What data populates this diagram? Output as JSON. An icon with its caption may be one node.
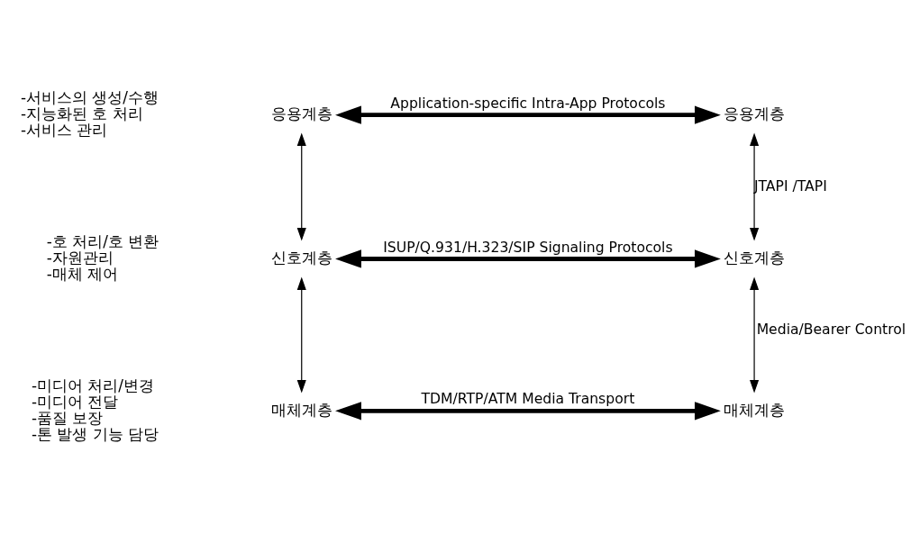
{
  "diagram": {
    "nodes": [
      {
        "text": [
          "응용계층"
        ],
        "beside": [
          "-서비스의 생성/수행",
          "-지능화된 호 처리",
          "-서비스 관리"
        ]
      },
      {
        "text": [
          "신호계층"
        ],
        "beside": [
          "-호 처리/호 변환",
          "-자원관리",
          "-매체 제어"
        ]
      },
      {
        "text": [
          "매체계층"
        ],
        "beside": [
          "-미디어 처리/변경",
          "-미디어 전달",
          "-품질 보장",
          "-톤 발생 기능 담당"
        ]
      },
      {
        "text": [
          "응용계층"
        ]
      },
      {
        "text": [
          "신호계층"
        ]
      },
      {
        "text": [
          "매체계층"
        ]
      }
    ],
    "edges": [
      {
        "from": 0,
        "to": 3,
        "arrow": "both",
        "label": "Application-specific Intra-App Protocols",
        "style": "thick"
      },
      {
        "from": 0,
        "to": 1,
        "arrow": "both"
      },
      {
        "from": 3,
        "to": 4,
        "arrow": "both",
        "label": "JTAPI /TAPI"
      },
      {
        "from": 1,
        "to": 4,
        "arrow": "both",
        "label": "ISUP/Q.931/H.323/SIP Signaling Protocols",
        "style": "thick"
      },
      {
        "from": 1,
        "to": 2,
        "arrow": "both"
      },
      {
        "from": 4,
        "to": 5,
        "arrow": "both",
        "label": "Media/Bearer Control"
      },
      {
        "from": 2,
        "to": 5,
        "arrow": "both",
        "label": "TDM/RTP/ATM Media Transport",
        "style": "thick"
      }
    ]
  }
}
